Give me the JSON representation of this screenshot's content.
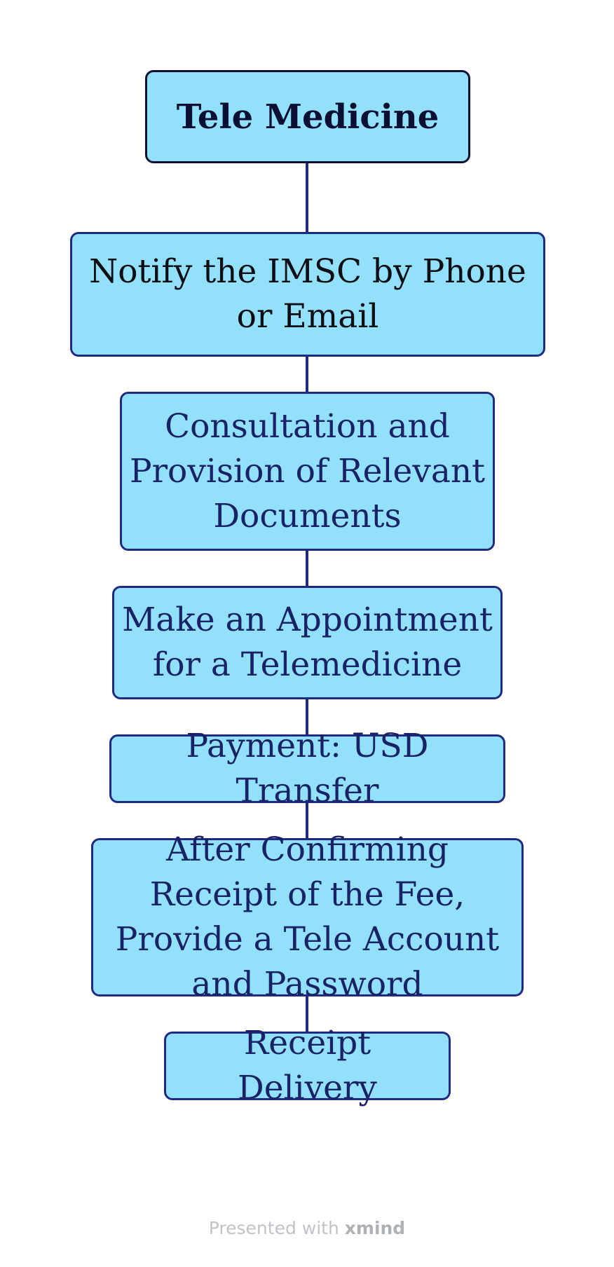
{
  "diagram": {
    "root": "Tele Medicine",
    "steps": [
      "Notify the IMSC by Phone or Email",
      "Consultation and Provision of Relevant Documents",
      "Make an Appointment for a Telemedicine",
      "Payment: USD Transfer",
      "After Confirming Receipt of the Fee, Provide a Tele Account and Password",
      "Receipt Delivery"
    ]
  },
  "footer": {
    "prefix": "Presented with",
    "brand": "xmind"
  },
  "colors": {
    "node_fill": "#92e0f9",
    "node_border": "#1f2a80",
    "connector": "#1f2a80",
    "text": "#1a2266"
  }
}
